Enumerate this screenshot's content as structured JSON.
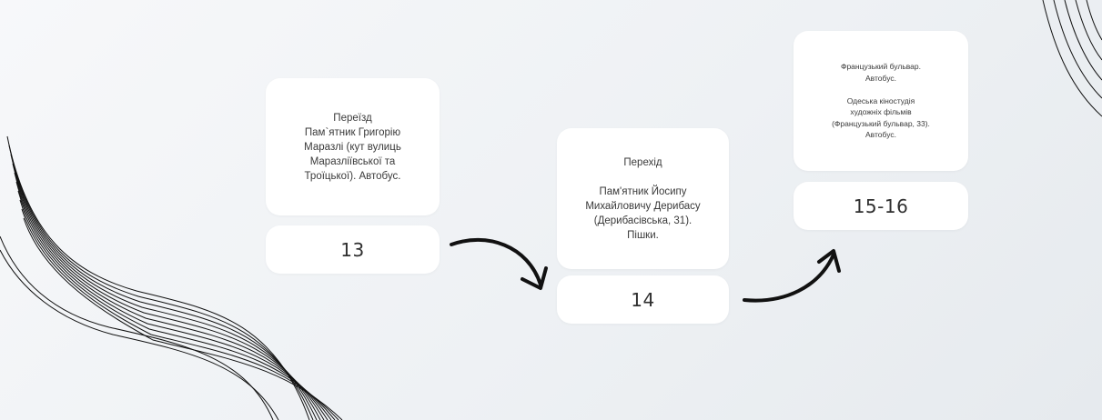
{
  "steps": [
    {
      "description": "Переїзд\nПам`ятник Григорію\nМаразлі (кут вулиць\nМаразліївської та\nТроїцької). Автобус.",
      "number": "13"
    },
    {
      "description": "Перехід\n\nПам'ятник Йосипу\nМихайловичу Дерибасу\n(Дерибасівська, 31).\nПішки.",
      "number": "14"
    },
    {
      "description": "Французький бульвар.\nАвтобус.\n\nОдеська кіностудія\nхудожніх фільмів\n(Французький бульвар, 33).\nАвтобус.",
      "number": "15-16"
    }
  ],
  "colors": {
    "background": "#eef1f4",
    "card": "#ffffff",
    "text": "#3a3a3a",
    "arrow": "#111111"
  }
}
